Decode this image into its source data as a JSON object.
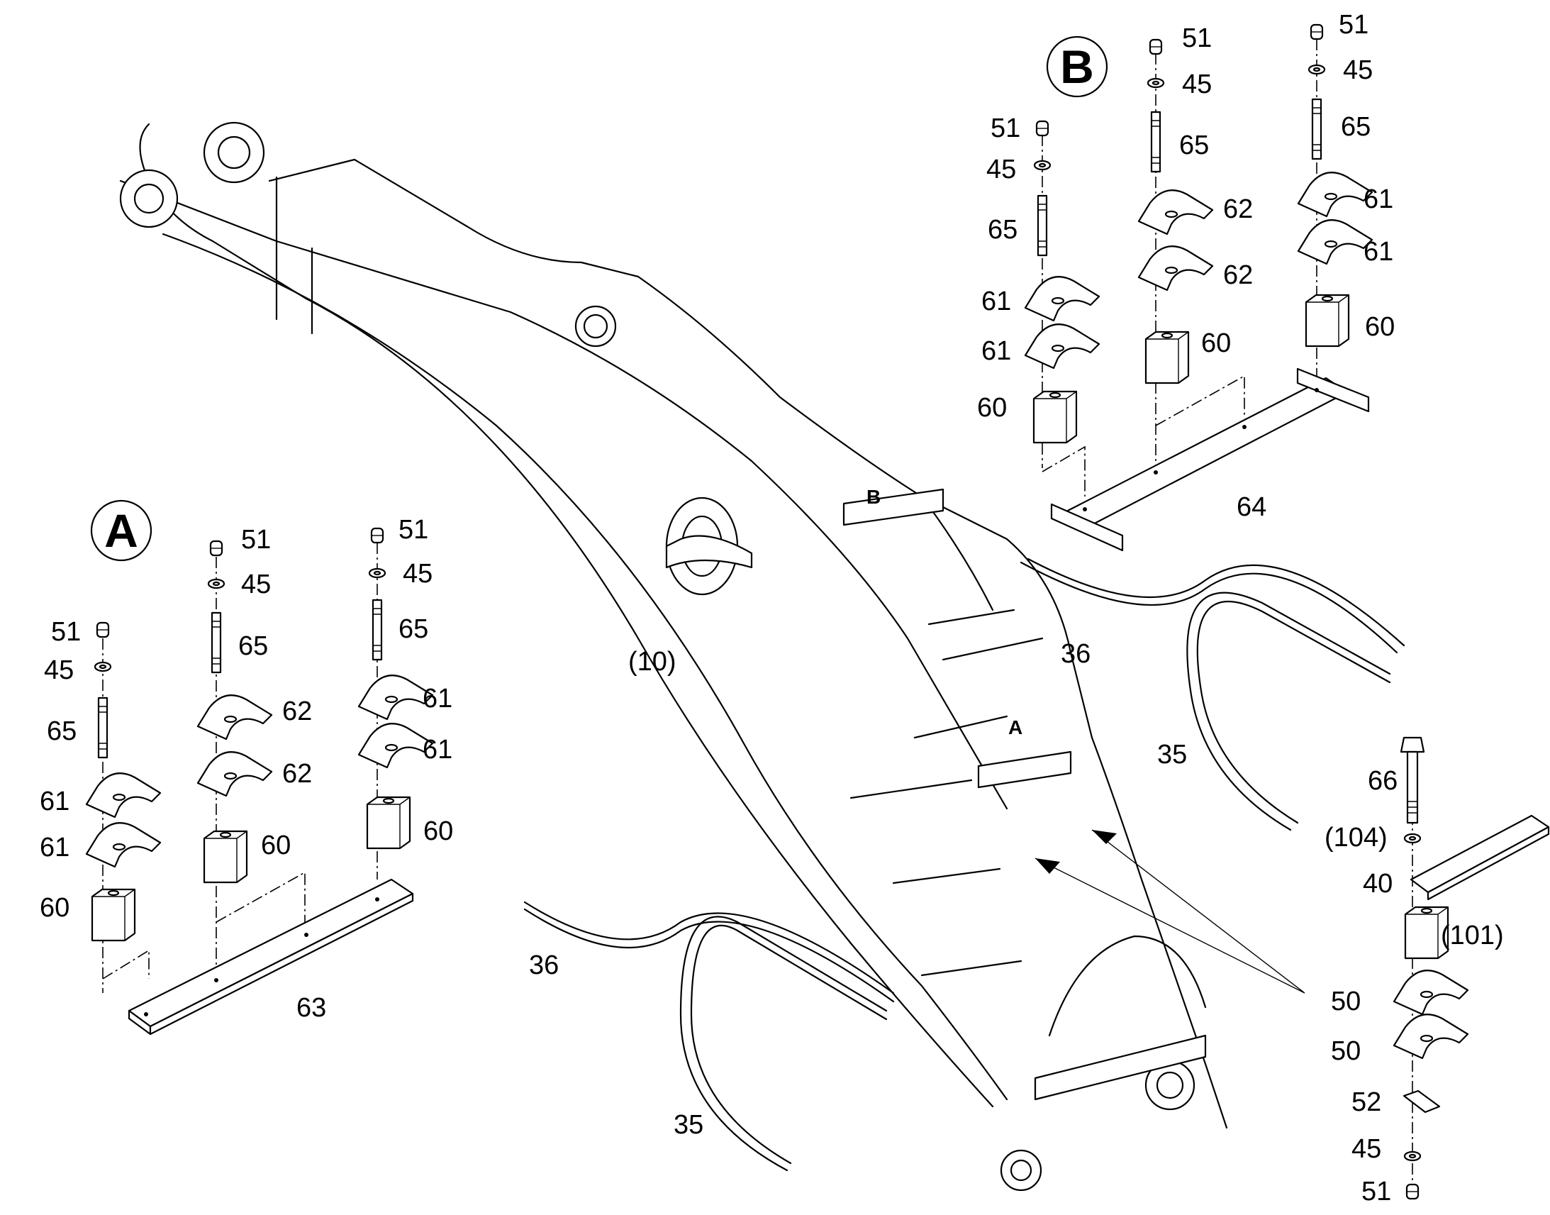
{
  "callouts": {
    "A": "A",
    "B": "B"
  },
  "body_label": "(10)",
  "boom_marks": {
    "A": "A",
    "B": "B"
  },
  "detail_a": {
    "col1": [
      "51",
      "45",
      "65",
      "61",
      "61",
      "60"
    ],
    "col2": [
      "51",
      "45",
      "65",
      "62",
      "62",
      "60"
    ],
    "col3": [
      "51",
      "45",
      "65",
      "61",
      "61",
      "60"
    ],
    "base": "63"
  },
  "detail_b": {
    "col1": [
      "51",
      "45",
      "65",
      "61",
      "61",
      "60"
    ],
    "col2": [
      "51",
      "45",
      "65",
      "62",
      "62",
      "60"
    ],
    "col3": [
      "51",
      "45",
      "65",
      "61",
      "61",
      "60"
    ],
    "base": "64"
  },
  "pipes_left": {
    "upper": "36",
    "lower": "35"
  },
  "pipes_right": {
    "upper": "36",
    "lower": "35"
  },
  "detail_c": [
    "66",
    "(104)",
    "40",
    "(101)",
    "50",
    "50",
    "52",
    "45",
    "51"
  ]
}
